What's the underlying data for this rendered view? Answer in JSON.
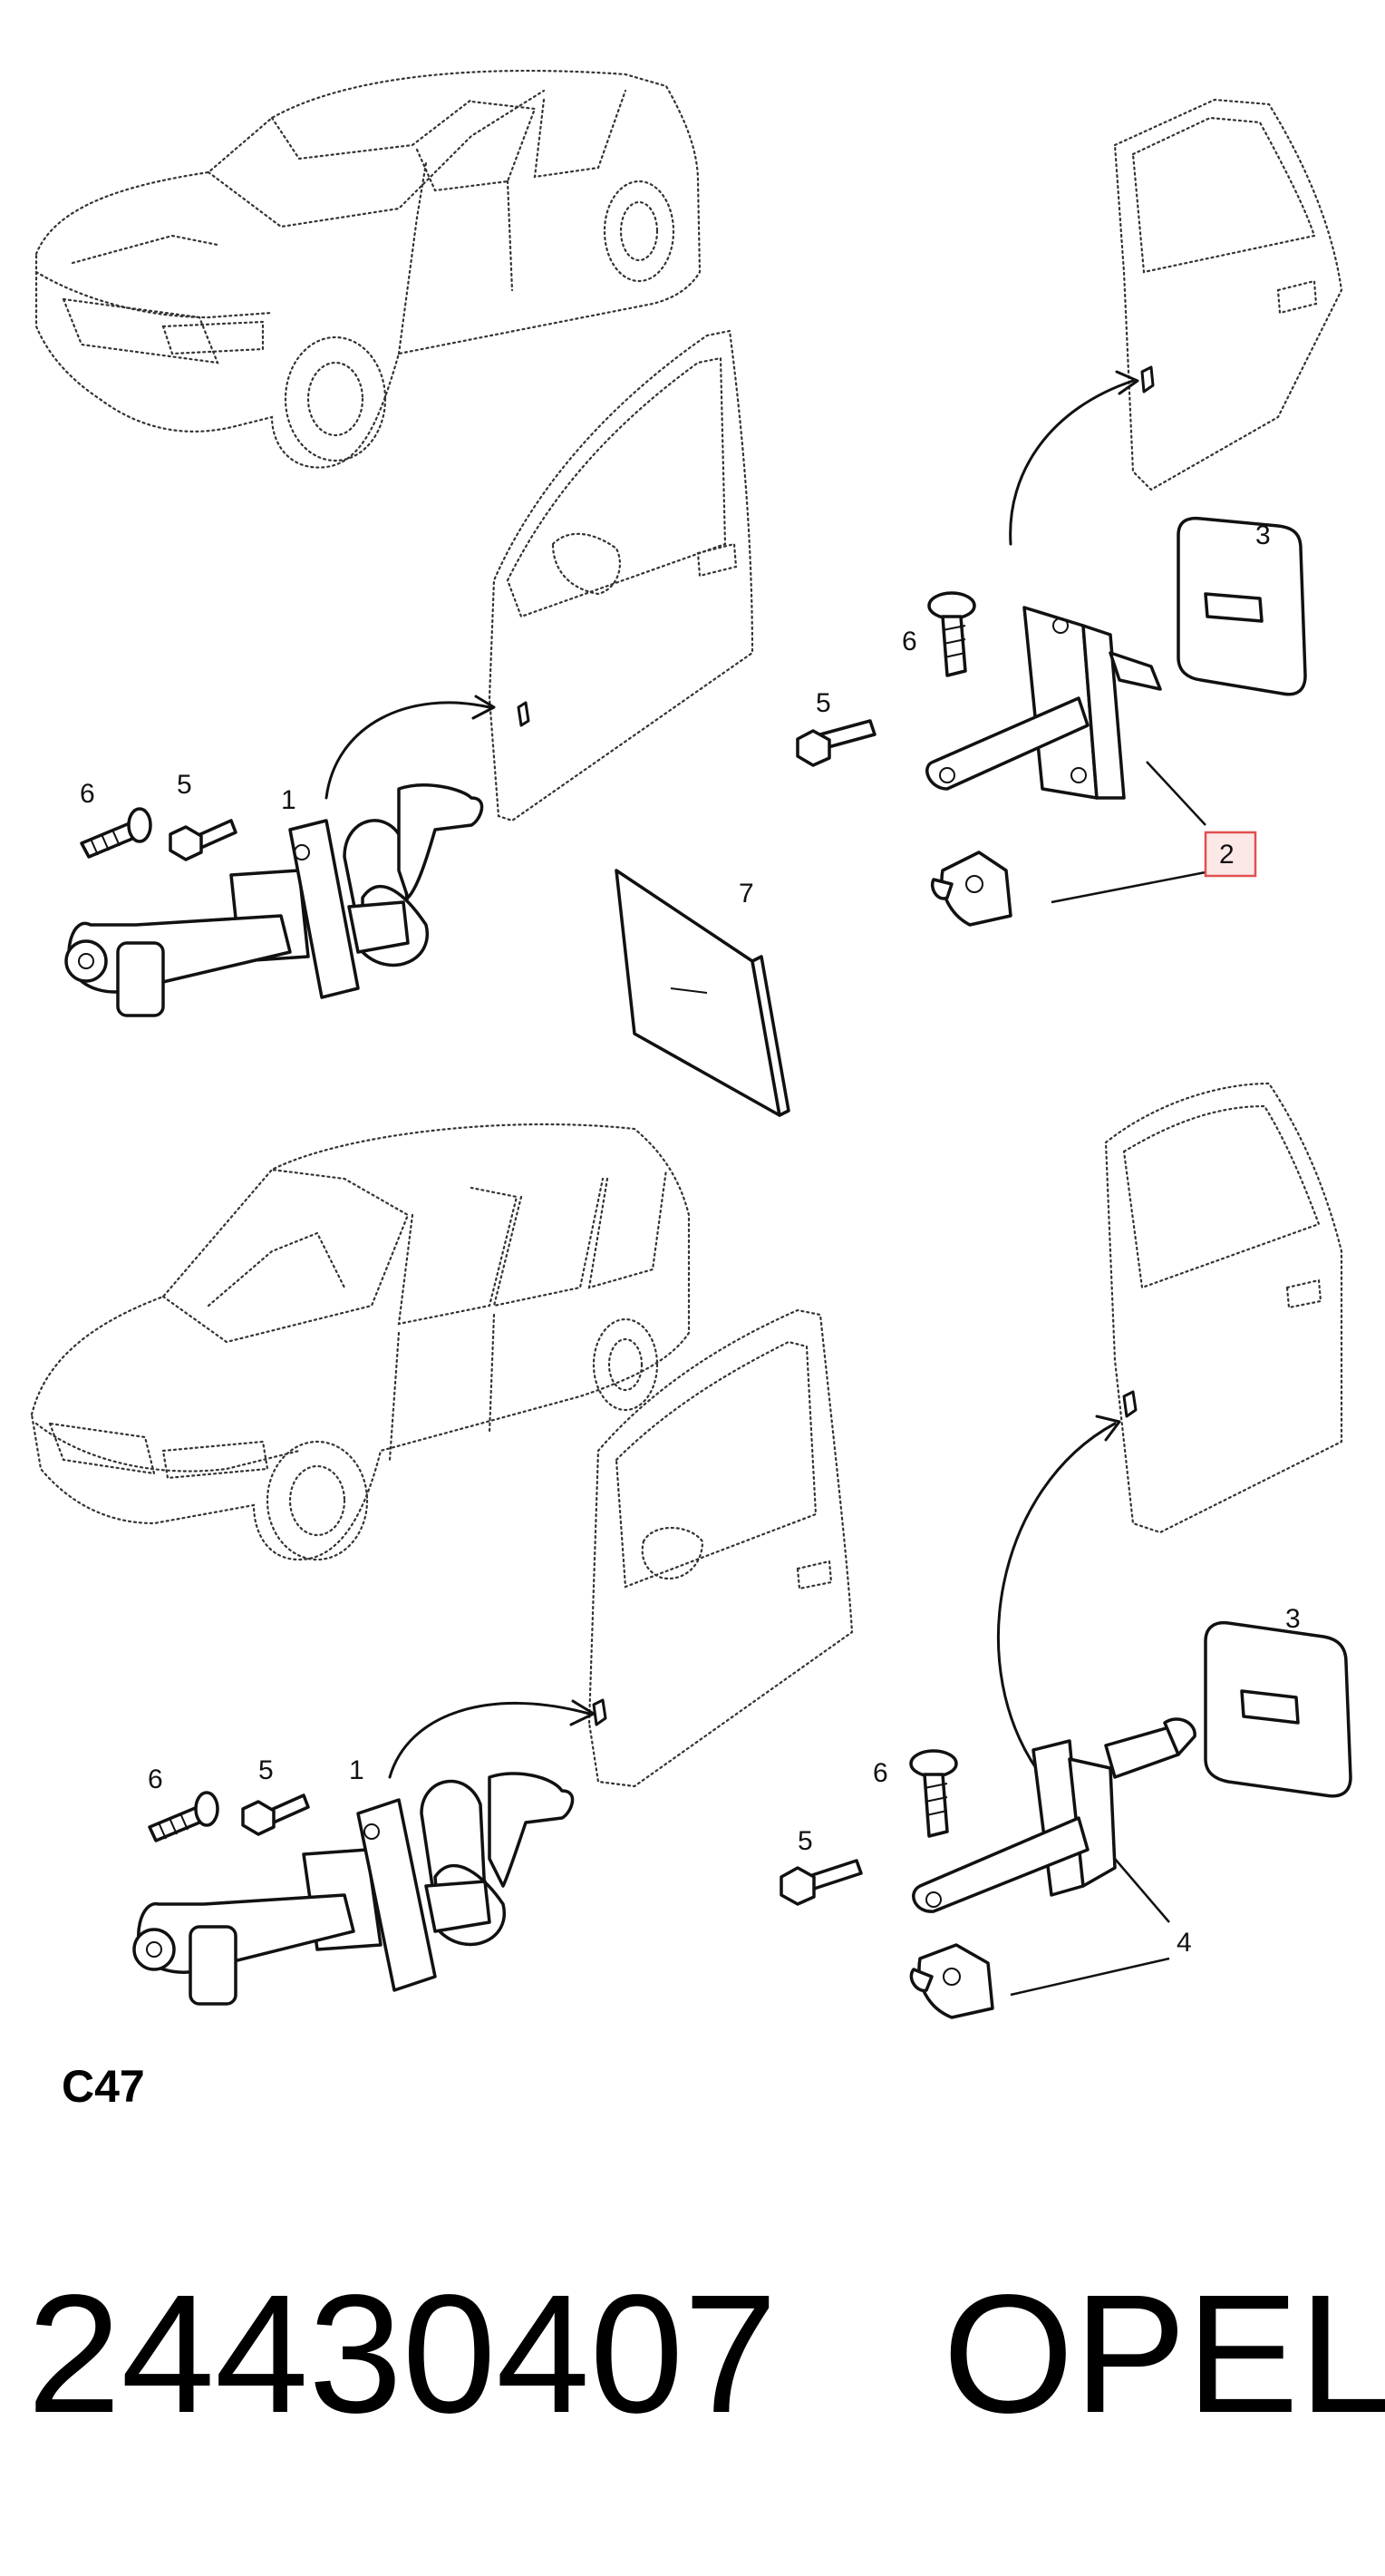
{
  "callouts": {
    "top": {
      "front_check_link": "1",
      "rear_check_link": "2",
      "rear_seal_pad": "3",
      "rear_screw": "6",
      "rear_bolt": "5",
      "front_screw": "6",
      "front_bolt": "5",
      "damping_pad": "7"
    },
    "bottom": {
      "rear_seal_pad": "3",
      "rear_screw": "6",
      "rear_bolt": "5",
      "rear_check_link": "4",
      "front_screw": "6",
      "front_bolt": "5",
      "front_check_link": "1"
    }
  },
  "highlight_color": "#e05050",
  "sheet_code": "C47",
  "part_number": "24430407",
  "brand": "OPEL"
}
